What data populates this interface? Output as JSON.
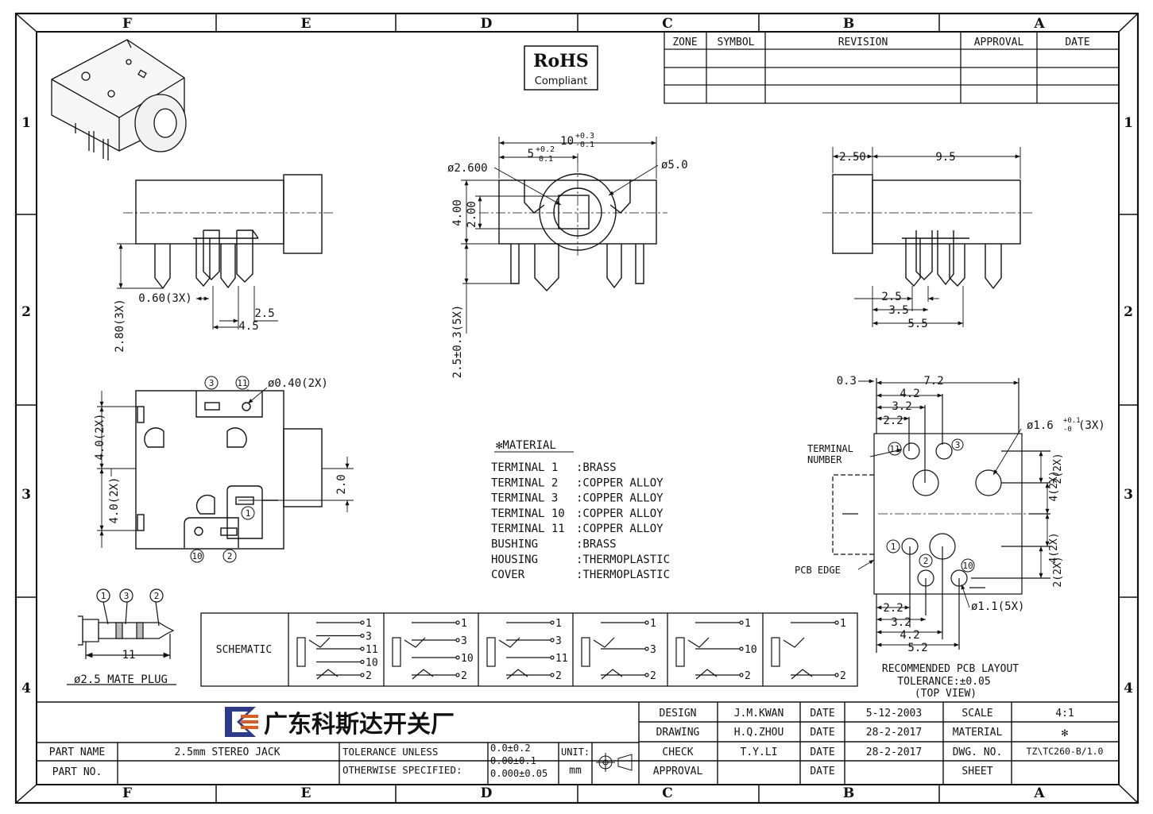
{
  "border": {
    "columns": [
      "F",
      "E",
      "D",
      "C",
      "B",
      "A"
    ],
    "rows": [
      "1",
      "2",
      "3",
      "4"
    ]
  },
  "rohs": {
    "line1": "RoHS",
    "line2": "Compliant"
  },
  "revision_table": {
    "headers": [
      "ZONE",
      "SYMBOL",
      "REVISION",
      "APPROVAL",
      "DATE"
    ]
  },
  "front_view": {
    "dims": [
      "10",
      "+0.3",
      "-0.1",
      "5",
      "+0.2",
      "0.1",
      "ø2.600",
      "ø5.0",
      "4.00",
      "2.00",
      "2.5±0.3(5X)"
    ]
  },
  "side_view_left": {
    "dims": [
      "0.60(3X)",
      "2.5",
      "4.5",
      "2.80(3X)"
    ]
  },
  "side_view_right": {
    "dims": [
      "2.50",
      "9.5",
      "2.5",
      "3.5",
      "5.5"
    ]
  },
  "bottom_view": {
    "dims": [
      "ø0.40(2X)",
      "4.0(2X)",
      "4.0(2X)",
      "2.0"
    ],
    "pins": [
      "3",
      "11",
      "1",
      "10",
      "2"
    ]
  },
  "material": {
    "title": "✻MATERIAL",
    "rows": [
      {
        "name": "TERMINAL  1",
        "value": ":BRASS"
      },
      {
        "name": "TERMINAL  2",
        "value": ":COPPER  ALLOY"
      },
      {
        "name": "TERMINAL  3",
        "value": ":COPPER  ALLOY"
      },
      {
        "name": "TERMINAL 10",
        "value": ":COPPER  ALLOY"
      },
      {
        "name": "TERMINAL 11",
        "value": ":COPPER  ALLOY"
      },
      {
        "name": "BUSHING",
        "value": ":BRASS"
      },
      {
        "name": "HOUSING",
        "value": ":THERMOPLASTIC"
      },
      {
        "name": "COVER",
        "value": ":THERMOPLASTIC"
      }
    ]
  },
  "pcb_layout": {
    "dims_top": [
      "0.3",
      "7.2",
      "4.2",
      "3.2",
      "2.2"
    ],
    "dims_bottom": [
      "2.2",
      "3.2",
      "4.2",
      "5.2"
    ],
    "dims_right": [
      "2(2X)",
      "4(2X)",
      "4(2X)",
      "2(2X)"
    ],
    "hole_big": "ø1.6",
    "hole_big_tol": "+0.1",
    "hole_big_tol2": "-0",
    "hole_big_count": "(3X)",
    "hole_small": "ø1.1(5X)",
    "terminal_number": [
      "TERMINAL",
      "NUMBER"
    ],
    "pcb_edge": "PCB EDGE",
    "pins": [
      "11",
      "3",
      "1",
      "2",
      "10"
    ],
    "caption": [
      "RECOMMENDED PCB LAYOUT",
      "TOLERANCE:±0.05",
      "(TOP VIEW)"
    ]
  },
  "mate_plug": {
    "label": "ø2.5 MATE PLUG",
    "length": "11",
    "pins": [
      "1",
      "3",
      "2"
    ]
  },
  "schematic": {
    "label": "SCHEMATIC",
    "blocks": [
      [
        "1",
        "3",
        "11",
        "10",
        "2"
      ],
      [
        "1",
        "3",
        "10",
        "2"
      ],
      [
        "1",
        "3",
        "11",
        "2"
      ],
      [
        "1",
        "3",
        "2"
      ],
      [
        "1",
        "10",
        "2"
      ],
      [
        "1",
        "2"
      ]
    ]
  },
  "title_block": {
    "company": "广东科斯达开关厂",
    "part_name_label": "PART NAME",
    "part_name_value": "2.5mm STEREO JACK",
    "part_no_label": "PART NO.",
    "tol_label1": "TOLERANCE UNLESS",
    "tol_label2": "OTHERWISE SPECIFIED:",
    "tol_values": [
      "0.0±0.2",
      "0.00±0.1",
      "0.000±0.05"
    ],
    "unit_label": "UNIT:",
    "unit_value": "mm",
    "design_label": "DESIGN",
    "design_value": "J.M.KWAN",
    "drawing_label": "DRAWING",
    "drawing_value": "H.Q.ZHOU",
    "check_label": "CHECK",
    "check_value": "T.Y.LI",
    "approval_label": "APPROVAL",
    "date_label": "DATE",
    "date1": "5-12-2003",
    "date2": "28-2-2017",
    "date3": "28-2-2017",
    "scale_label": "SCALE",
    "scale_value": "4:1",
    "material_label": "MATERIAL",
    "material_value": "✻",
    "dwg_label": "DWG. NO.",
    "dwg_value": "TZ\\TC260-B/1.0",
    "sheet_label": "SHEET"
  }
}
